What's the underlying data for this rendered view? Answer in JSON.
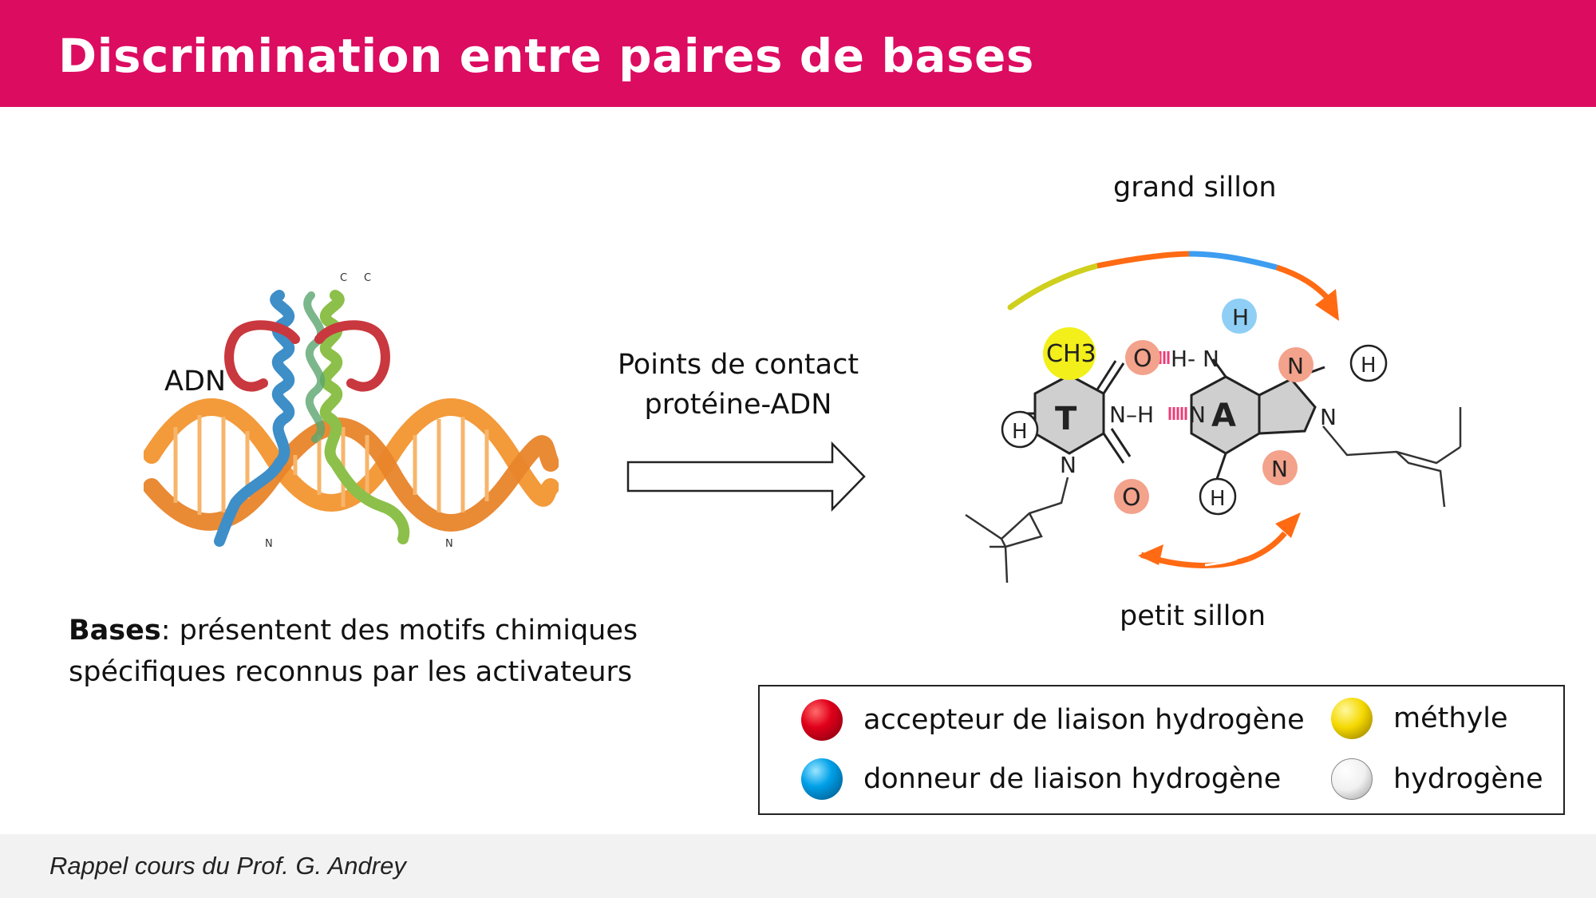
{
  "header": {
    "title": "Discrimination entre paires de bases"
  },
  "dna_figure": {
    "adn_label": "ADN",
    "terminus_c": "C",
    "terminus_n": "N"
  },
  "arrow": {
    "label": "Points de contact protéine-ADN"
  },
  "bases_note": {
    "bold": "Bases",
    "text": ": présentent des motifs chimiques spécifiques reconnus par les activateurs"
  },
  "base_pair": {
    "major_groove": "grand sillon",
    "minor_groove": "petit sillon",
    "base_t": "T",
    "base_a": "A",
    "atom_ch3": "CH3",
    "atom_o": "O",
    "atom_n": "N",
    "atom_h": "H",
    "bond_nh": "N–H",
    "bond_hn": "H-"
  },
  "legend": {
    "items": [
      {
        "label": "accepteur de liaison hydrogène",
        "color": "#e0001a"
      },
      {
        "label": "donneur de liaison hydrogène",
        "color": "#00a0e8"
      },
      {
        "label": "méthyle",
        "color": "#f5d800"
      },
      {
        "label": "hydrogène",
        "color": "#ffffff"
      }
    ]
  },
  "footer": {
    "credit": "Rappel cours du Prof. G. Andrey"
  },
  "colors": {
    "header_bg": "#dc0c61",
    "dna_orange": "#f39a3a",
    "groove_orange": "#ff6a13",
    "groove_blue": "#3d9df0",
    "groove_yellow": "#cfcf1e"
  }
}
